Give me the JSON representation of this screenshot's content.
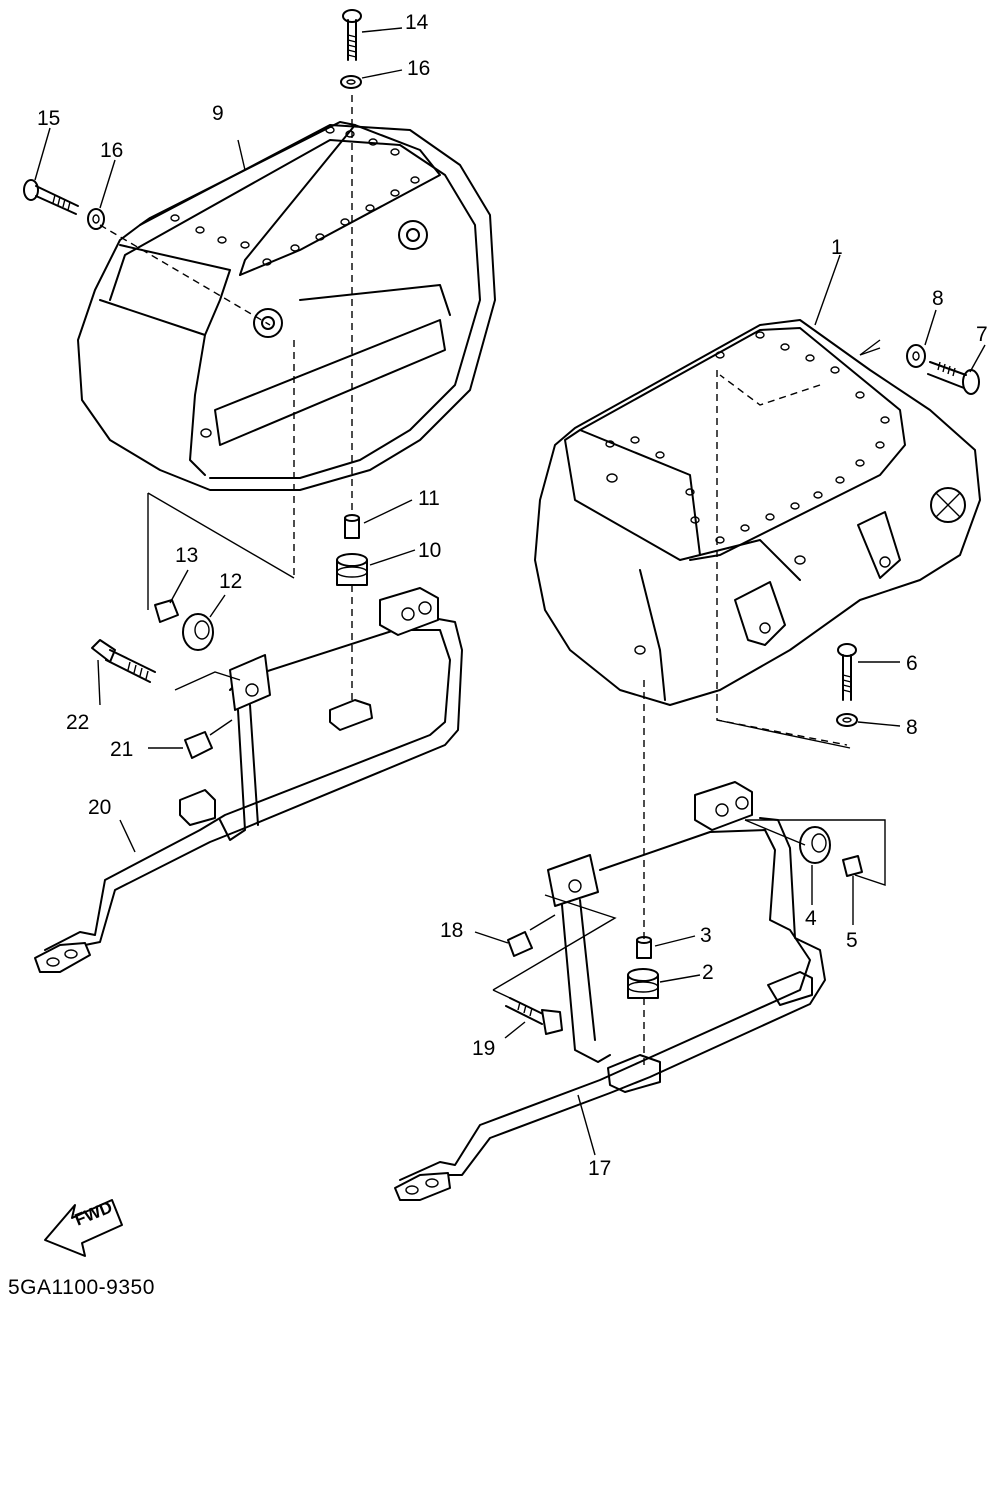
{
  "callouts": {
    "c1": "1",
    "c2": "2",
    "c3": "3",
    "c4": "4",
    "c5": "5",
    "c6": "6",
    "c7": "7",
    "c8a": "8",
    "c8b": "8",
    "c9": "9",
    "c10": "10",
    "c11": "11",
    "c12": "12",
    "c13": "13",
    "c14": "14",
    "c15": "15",
    "c16a": "16",
    "c16b": "16",
    "c17": "17",
    "c18": "18",
    "c19": "19",
    "c20": "20",
    "c21": "21",
    "c22": "22"
  },
  "fwd_label": "FWD",
  "part_number": "5GA1100-9350"
}
